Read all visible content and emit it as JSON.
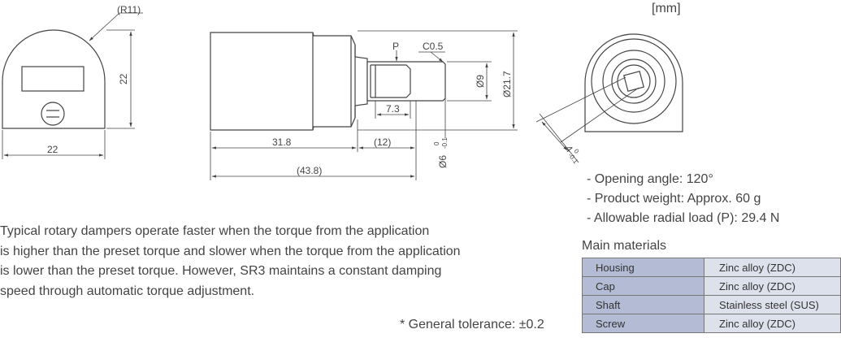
{
  "unit_label": "[mm]",
  "description_lines": [
    "Typical rotary dampers operate faster when the torque from the application",
    "is higher than the preset torque and slower when the torque from the application",
    "is lower than the preset torque. However, SR3 maintains a constant damping",
    "speed through automatic torque adjustment."
  ],
  "tolerance_note": "* General tolerance: ±0.2",
  "specs": [
    "- Opening angle: 120°",
    "- Product weight: Approx. 60 g",
    "- Allowable radial load (P): 29.4 N"
  ],
  "materials_title": "Main materials",
  "materials": [
    {
      "part": "Housing",
      "material": "Zinc alloy (ZDC)"
    },
    {
      "part": "Cap",
      "material": "Zinc alloy (ZDC)"
    },
    {
      "part": "Shaft",
      "material": "Stainless steel (SUS)"
    },
    {
      "part": "Screw",
      "material": "Zinc alloy (ZDC)"
    }
  ],
  "dimensions": {
    "radius": "(R11)",
    "height": "22",
    "width": "22",
    "body_length": "31.8",
    "shaft_length": "(12)",
    "total_length": "(43.8)",
    "key_length": "7.3",
    "load_point": "P",
    "chamfer": "C0.5",
    "shaft_dia": "Ø9",
    "body_dia": "Ø21.7",
    "hole_dia": "Ø6",
    "hole_tol_upper": "0",
    "hole_tol_lower": "-0.1",
    "flat_width": "4",
    "flat_tol_upper": "0",
    "flat_tol_lower": "-0.1"
  }
}
